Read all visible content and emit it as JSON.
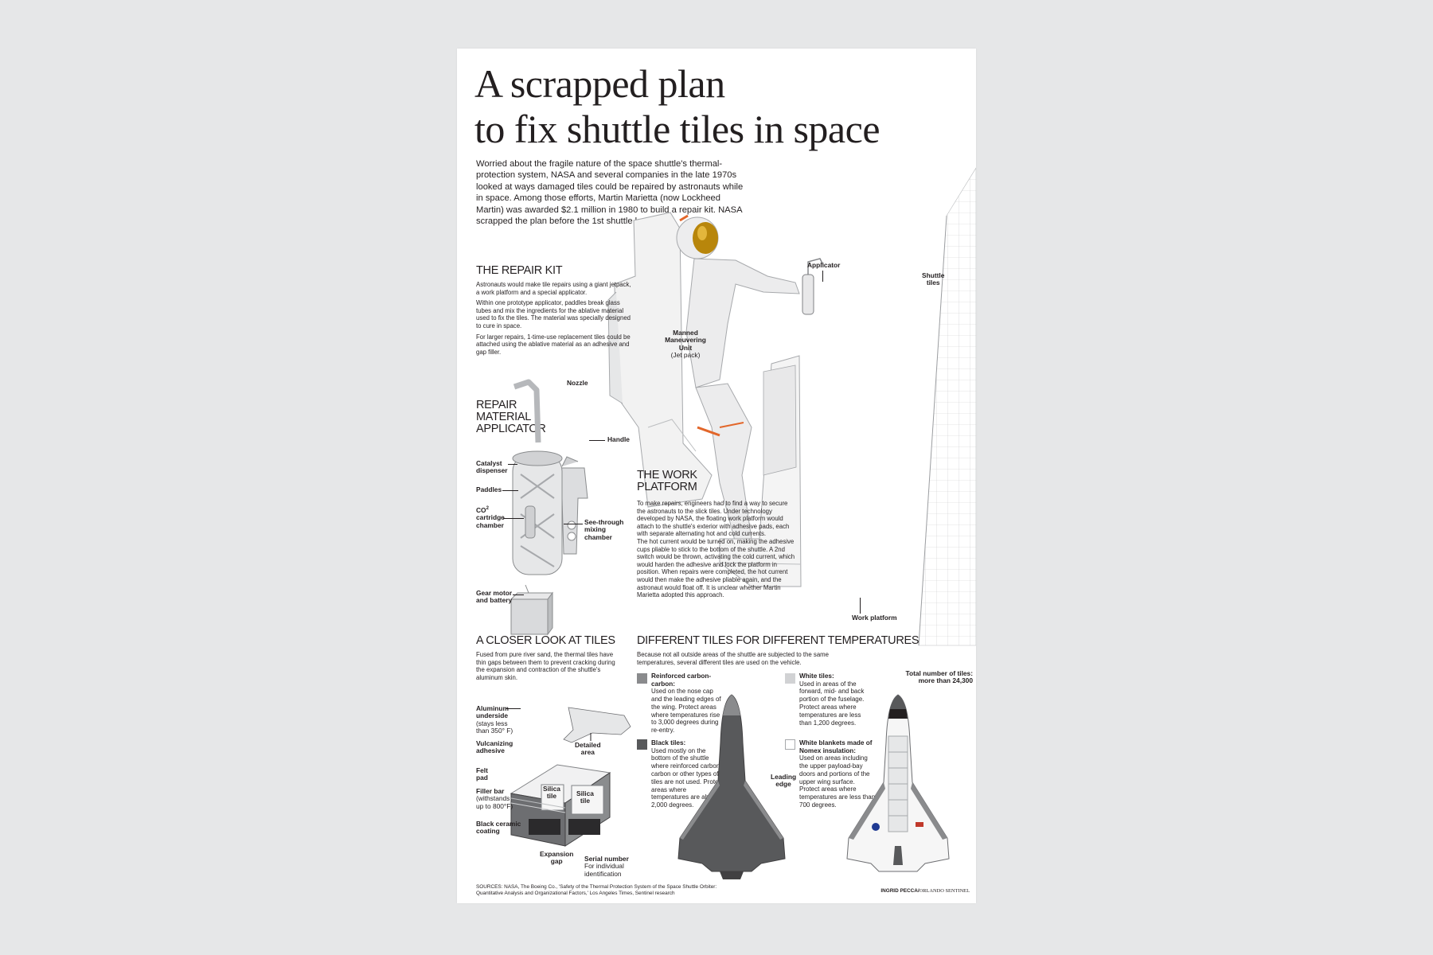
{
  "headline": {
    "line1": "A scrapped plan",
    "line2": "to fix shuttle tiles in space"
  },
  "intro": "Worried about the fragile nature of the space shuttle's thermal-protection system, NASA and several companies in the late 1970s looked at ways damaged tiles could be repaired by astronauts while in space. Among those efforts, Martin Marietta (now Lockheed Martin) was awarded $2.1 million in 1980 to build a repair kit. NASA scrapped the plan before the 1st shuttle launch.",
  "repair_kit": {
    "title": "THE REPAIR KIT",
    "p1": "Astronauts would make tile repairs using a giant jetpack, a work platform and a special applicator.",
    "p2": "Within one prototype applicator, paddles break glass tubes and mix the ingredients for the ablative material used to fix the tiles. The material was specially designed to cure in space.",
    "p3": "For larger repairs, 1-time-use replacement tiles could be attached using the ablative material as an adhesive and gap filler."
  },
  "applicator": {
    "title_line1": "REPAIR",
    "title_line2": "MATERIAL",
    "title_line3": "APPLICATOR",
    "nozzle": "Nozzle",
    "handle": "Handle",
    "catalyst_1": "Catalyst",
    "catalyst_2": "dispenser",
    "paddles": "Paddles",
    "co2_1": "CO",
    "co2_sup": "2",
    "co2_2": "cartridge",
    "co2_3": "chamber",
    "mixing_1": "See-through",
    "mixing_2": "mixing",
    "mixing_3": "chamber",
    "gear_1": "Gear motor",
    "gear_2": "and battery"
  },
  "astronaut": {
    "applicator": "Applicator",
    "shuttle_tiles_1": "Shuttle",
    "shuttle_tiles_2": "tiles",
    "mmu_1": "Manned",
    "mmu_2": "Maneuvering",
    "mmu_3": "Unit",
    "mmu_4": "(Jet pack)",
    "work_platform": "Work platform"
  },
  "work_platform": {
    "title_line1": "THE WORK",
    "title_line2": "PLATFORM",
    "p1": "To make repairs, engineers had to find a way to secure the astronauts to the slick tiles. Under technology developed by NASA, the floating work platform would attach to the shuttle's exterior with adhesive pads, each with separate alternating hot and cold currents.",
    "p2": "The hot current would be turned on, making the adhesive cups pliable to stick to the bottom of the shuttle. A 2nd switch would be thrown, activating the cold current, which would harden the adhesive and lock the platform in position. When repairs were completed, the hot current would then make the adhesive pliable again, and the astronaut would float off. It is unclear whether Martin Marietta adopted this approach."
  },
  "closer_look": {
    "title": "A CLOSER LOOK AT TILES",
    "body": "Fused from pure river sand, the thermal tiles have thin gaps between them to prevent cracking during the expansion and contraction of the shuttle's aluminum skin.",
    "aluminum_1": "Aluminum",
    "aluminum_2": "underside",
    "aluminum_3": "(stays less",
    "aluminum_4": "than 350° F)",
    "vulcanizing_1": "Vulcanizing",
    "vulcanizing_2": "adhesive",
    "felt_1": "Felt",
    "felt_2": "pad",
    "filler_1": "Filler bar",
    "filler_2": "(withstands",
    "filler_3": "up to 800°F)",
    "black_ceramic_1": "Black ceramic",
    "black_ceramic_2": "coating",
    "detailed_1": "Detailed",
    "detailed_2": "area",
    "silica_1a": "Silica",
    "silica_1b": "tile",
    "silica_2a": "Silica",
    "silica_2b": "tile",
    "expansion_1": "Expansion",
    "expansion_2": "gap",
    "serial_1": "Serial number",
    "serial_2": "For individual",
    "serial_3": "identification"
  },
  "temperatures": {
    "title": "DIFFERENT TILES FOR DIFFERENT TEMPERATURES",
    "body": "Because not all outside areas of the shuttle are subjected to the same temperatures, several different tiles are used on the vehicle.",
    "total_1": "Total number of tiles:",
    "total_2": "more than 24,300",
    "rcc_title": "Reinforced carbon-carbon:",
    "rcc_body": "Used on the nose cap and the leading edges of the wing. Protect areas where temperatures rise to 3,000 degrees during re-entry.",
    "black_title": "Black tiles:",
    "black_body": "Used mostly on the bottom of the shuttle where reinforced carbon-carbon or other types of tiles are not used. Protect areas where temperatures are above 2,000 degrees.",
    "white_title": "White tiles:",
    "white_body": "Used in areas of the forward, mid- and back portion of the fuselage. Protect areas where temperatures are less than 1,200 degrees.",
    "nomex_title_1": "White blankets made of",
    "nomex_title_2": "Nomex insulation:",
    "nomex_body": "Used on areas including the upper payload-bay doors and portions of the upper wing surface. Protect areas where temperatures are less than 700 degrees.",
    "leading_1": "Leading",
    "leading_2": "edge",
    "colors": {
      "rcc": "#8a8b8d",
      "black": "#58595b",
      "white": "#d1d2d4",
      "nomex": "#ffffff"
    }
  },
  "footer": {
    "sources": "SOURCES: NASA, The Boeing Co., 'Safety of the Thermal Protection System of the Space Shuttle Orbiter: Quantitative Analysis and Organizational Factors,' Los Angeles Times, Sentinel research",
    "credit_name": "INGRID PECCA",
    "credit_sep": "/",
    "credit_paper": "ORLANDO SENTINEL"
  }
}
